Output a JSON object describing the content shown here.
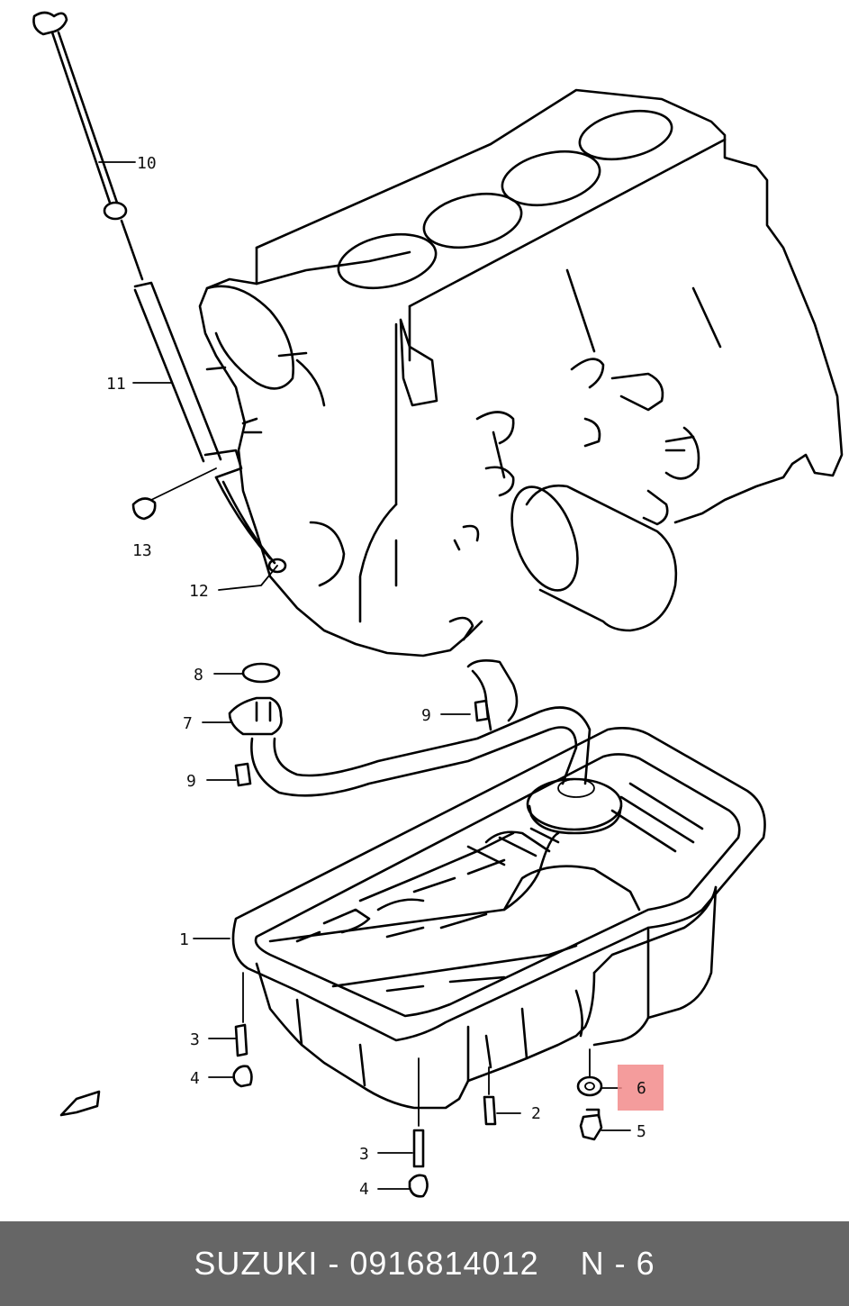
{
  "diagram": {
    "callouts": [
      {
        "id": "c10",
        "label": "10"
      },
      {
        "id": "c11",
        "label": "11"
      },
      {
        "id": "c13",
        "label": "13"
      },
      {
        "id": "c12",
        "label": "12"
      },
      {
        "id": "c8",
        "label": "8"
      },
      {
        "id": "c7",
        "label": "7"
      },
      {
        "id": "c9a",
        "label": "9"
      },
      {
        "id": "c9b",
        "label": "9"
      },
      {
        "id": "c1",
        "label": "1"
      },
      {
        "id": "c3a",
        "label": "3"
      },
      {
        "id": "c4a",
        "label": "4"
      },
      {
        "id": "c2",
        "label": "2"
      },
      {
        "id": "c6",
        "label": "6"
      },
      {
        "id": "c5",
        "label": "5"
      },
      {
        "id": "c3b",
        "label": "3"
      },
      {
        "id": "c4b",
        "label": "4"
      }
    ],
    "highlight_color": "#f28b8b"
  },
  "footer": {
    "brand": "SUZUKI",
    "separator": " - ",
    "part_number": "0916814012",
    "position_label": "N - 6"
  }
}
